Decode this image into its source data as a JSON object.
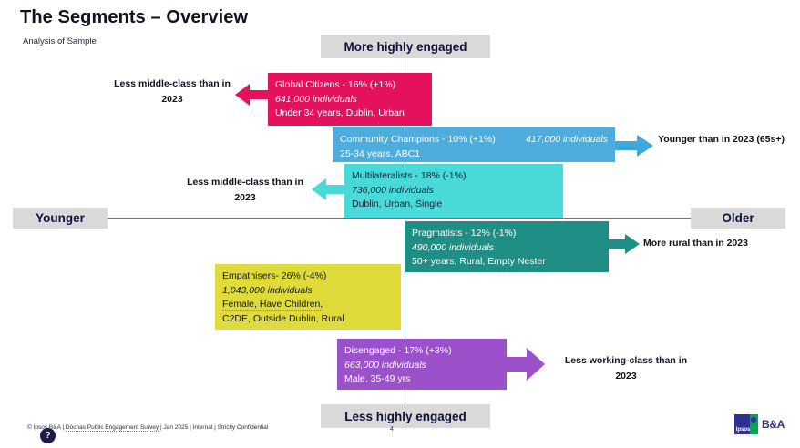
{
  "slide": {
    "title": "The Segments – Overview",
    "subtitle": "Analysis of Sample",
    "page_number": "4"
  },
  "axis": {
    "top_label": "More highly engaged",
    "bottom_label": "Less highly engaged",
    "left_label": "Younger",
    "right_label": "Older"
  },
  "segments": [
    {
      "name": "Global Citizens",
      "headline": "Global Citizens - 16%  (+1%)",
      "share": "16%",
      "change": "+1%",
      "individuals": "641,000 individuals",
      "descriptors": "Under 34 years, Dublin, Urban",
      "color": "#e4115c",
      "callout": "Less middle-class than in 2023",
      "callout_direction": "left"
    },
    {
      "name": "Community Champions",
      "headline": "Community Champions - 10% (+1%)",
      "share": "10%",
      "change": "+1%",
      "individuals": "417,000 individuals",
      "descriptors": "25-34 years, ABC1",
      "color": "#4eadDC",
      "callout": "Younger than in 2023 (65s+)",
      "callout_direction": "right"
    },
    {
      "name": "Multilateralists",
      "headline": "Multilateralists - 18% (-1%)",
      "share": "18%",
      "change": "-1%",
      "individuals": "736,000 individuals",
      "descriptors": "Dublin, Urban, Single",
      "color": "#4ad9d9",
      "callout": "Less middle-class than in 2023",
      "callout_direction": "left"
    },
    {
      "name": "Pragmatists",
      "headline": "Pragmatists - 12% (-1%)",
      "share": "12%",
      "change": "-1%",
      "individuals": "490,000 individuals",
      "descriptors": "50+ years, Rural, Empty Nester",
      "color": "#1f8e85",
      "callout": "More rural than in 2023",
      "callout_direction": "right"
    },
    {
      "name": "Empathisers",
      "headline": "Empathisers- 26% (-4%)",
      "share": "26%",
      "change": "-4%",
      "individuals": "1,043,000 individuals",
      "descriptors_line1": "Female, Have Children,",
      "descriptors_line2": "C2DE, Outside Dublin, Rural",
      "color": "#dedb3a",
      "callout": "",
      "callout_direction": "none"
    },
    {
      "name": "Disengaged",
      "headline": "Disengaged -  17% (+3%)",
      "share": "17%",
      "change": "+3%",
      "individuals": "663,000 individuals",
      "descriptors": "Male, 35-49 yrs",
      "color": "#9b51c9",
      "callout": "Less working-class than in 2023",
      "callout_direction": "right"
    }
  ],
  "callouts": {
    "global": {
      "line1": "Less middle-class than in",
      "line2": "2023"
    },
    "community": {
      "line1": "Younger than in 2023 (65s+)",
      "line2": ""
    },
    "multi": {
      "line1": "Less middle-class than in",
      "line2": "2023"
    },
    "pragmatists": {
      "line1": "More rural than in 2023",
      "line2": ""
    },
    "disengaged": {
      "line1": "Less working-class than in",
      "line2": "2023"
    }
  },
  "community_parts": {
    "headline": "Community Champions - 10% (+1%)",
    "individuals": "417,000 individuals",
    "descriptors": "25-34 years, ABC1"
  },
  "footer": {
    "copyright": "© Ipsos B&A",
    "sep1": "|",
    "survey": "Dóchas Public Engagement Survey",
    "sep2": "|",
    "date": "Jan 2025",
    "sep3": "|",
    "classification1": "Internal",
    "sep4": "|",
    "classification2": "Strictly Confidential",
    "help_glyph": "?",
    "logo_word": "Ipsos",
    "logo_ba": "B&A"
  },
  "colors": {
    "pink": "#e4115c",
    "blue": "#4eadDC",
    "cyan": "#4ad9d9",
    "teal": "#1f8e85",
    "yellow": "#dedb3a",
    "purple": "#9b51c9",
    "chip_gray": "#d9d9d9",
    "axis": "#5d7a8c"
  }
}
